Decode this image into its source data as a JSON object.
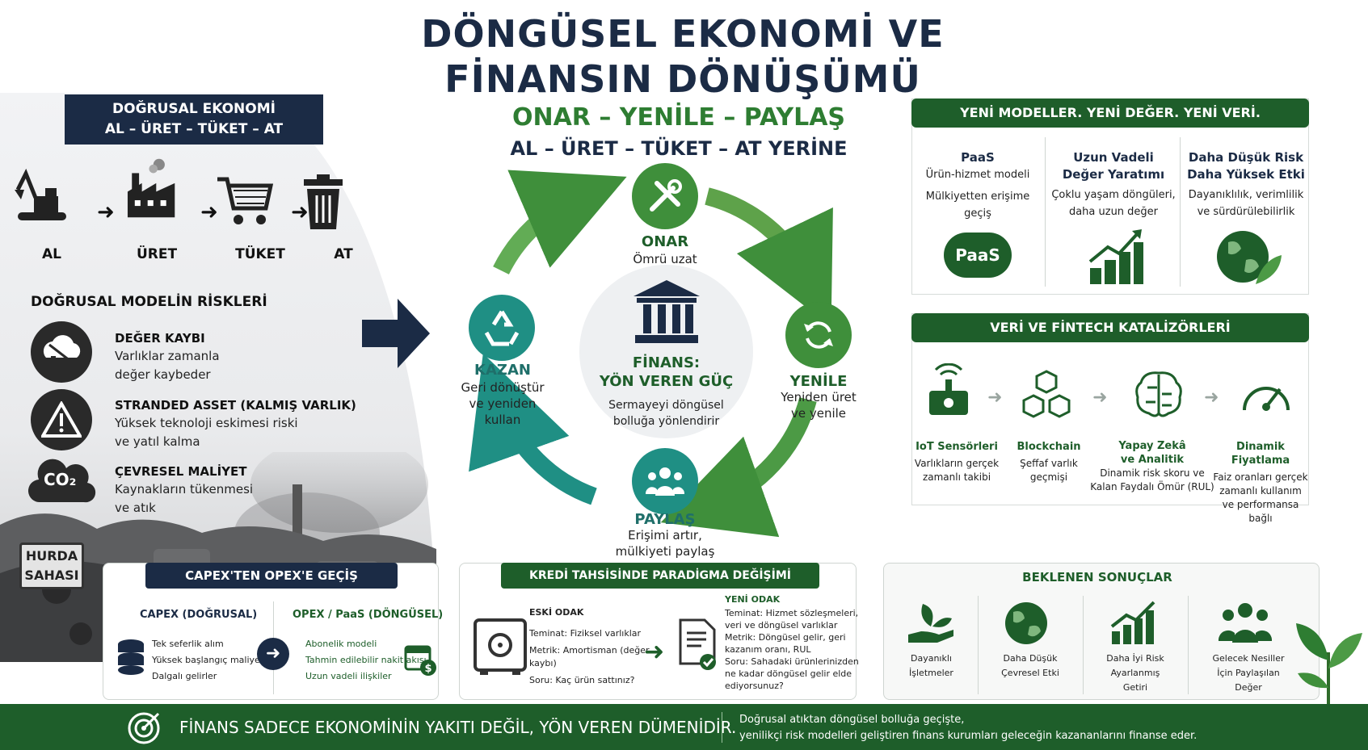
{
  "title": {
    "line1": "DÖNGÜSEL EKONOMİ VE",
    "line2": "FİNANSIN DÖNÜŞÜMÜ"
  },
  "slogan": {
    "main": "ONAR – YENİLE – PAYLAŞ",
    "sub": "AL – ÜRET – TÜKET – AT YERİNE"
  },
  "linear": {
    "title": "DOĞRUSAL EKONOMİ",
    "subtitle": "AL – ÜRET – TÜKET – AT",
    "steps": [
      "AL",
      "ÜRET",
      "TÜKET",
      "AT"
    ],
    "risks_heading": "DOĞRUSAL MODELİN RİSKLERİ",
    "risks": [
      {
        "title": "DEĞER KAYBI",
        "line1": "Varlıklar zamanla",
        "line2": "değer kaybeder"
      },
      {
        "title": "STRANDED ASSET (KALMIŞ VARLIK)",
        "line1": "Yüksek teknoloji eskimesi riski",
        "line2": "ve yatıl kalma"
      },
      {
        "title": "ÇEVRESEL MALİYET",
        "line1": "Kaynakların tükenmesi",
        "line2": "ve atık"
      }
    ],
    "co2": "CO₂",
    "scrap_sign": {
      "line1": "HURDA",
      "line2": "SAHASI"
    }
  },
  "cycle": {
    "center": {
      "title_line1": "FİNANS:",
      "title_line2": "YÖN VEREN GÜÇ",
      "sub_line1": "Sermayeyi döngüsel",
      "sub_line2": "bolluğa yönlendirir"
    },
    "nodes": [
      {
        "label": "ONAR",
        "sub1": "Ömrü uzat",
        "sub2": "",
        "sub3": ""
      },
      {
        "label": "YENİLE",
        "sub1": "Yeniden üret",
        "sub2": "ve yenile",
        "sub3": ""
      },
      {
        "label": "PAYLAŞ",
        "sub1": "Erişimi artır,",
        "sub2": "mülkiyeti paylaş",
        "sub3": ""
      },
      {
        "label": "KAZAN",
        "sub1": "Geri dönüştür",
        "sub2": "ve yeniden",
        "sub3": "kullan"
      }
    ]
  },
  "models": {
    "heading": "YENİ MODELLER. YENİ DEĞER. YENİ VERİ.",
    "cols": [
      {
        "title1": "PaaS",
        "title2": "Ürün-hizmet modeli",
        "text1": "Mülkiyetten erişime",
        "text2": "geçiş",
        "badge": "PaaS"
      },
      {
        "title1": "Uzun Vadeli",
        "title2": "Değer Yaratımı",
        "text1": "Çoklu yaşam döngüleri,",
        "text2": "daha uzun değer",
        "badge": ""
      },
      {
        "title1": "Daha Düşük Risk",
        "title2": "Daha Yüksek Etki",
        "text1": "Dayanıklılık, verimlilik",
        "text2": "ve sürdürülebilirlik",
        "badge": ""
      }
    ]
  },
  "fintech": {
    "heading": "VERİ VE FİNTECH KATALİZÖRLERİ",
    "cols": [
      {
        "title1": "IoT Sensörleri",
        "title2": "",
        "text1": "Varlıkların gerçek",
        "text2": "zamanlı takibi",
        "text3": ""
      },
      {
        "title1": "Blockchain",
        "title2": "",
        "text1": "Şeffaf varlık",
        "text2": "geçmişi",
        "text3": ""
      },
      {
        "title1": "Yapay Zekâ",
        "title2": "ve Analitik",
        "text1": "Dinamik risk skoru ve",
        "text2": "Kalan Faydalı Ömür (RUL)",
        "text3": ""
      },
      {
        "title1": "Dinamik Fiyatlama",
        "title2": "",
        "text1": "Faiz oranları gerçek",
        "text2": "zamanlı kullanım",
        "text3": "ve performansa bağlı"
      }
    ]
  },
  "capex": {
    "heading": "CAPEX'TEN OPEX'E GEÇİŞ",
    "left_title": "CAPEX (DOĞRUSAL)",
    "left_items": [
      "Tek seferlik alım",
      "Yüksek başlangıç maliyeti",
      "Dalgalı gelirler"
    ],
    "right_title": "OPEX / PaaS (DÖNGÜSEL)",
    "right_items": [
      "Abonelik modeli",
      "Tahmin edilebilir nakit akışı",
      "Uzun vadeli ilişkiler"
    ]
  },
  "credit": {
    "heading": "KREDİ TAHSİSİNDE PARADİGMA DEĞİŞİMİ",
    "old_title": "ESKİ ODAK",
    "old_items": [
      "Teminat: Fiziksel varlıklar",
      "Metrik: Amortisman (değer",
      "kaybı)",
      "Soru: Kaç ürün sattınız?"
    ],
    "new_title": "YENİ ODAK",
    "new_items": [
      "Teminat: Hizmet sözleşmeleri,",
      "veri ve döngüsel varlıklar",
      "Metrik: Döngüsel gelir, geri",
      "kazanım oranı, RUL",
      "Soru: Sahadaki ürünlerinizden",
      "ne kadar döngüsel gelir elde",
      "ediyorsunuz?"
    ]
  },
  "outcomes": {
    "heading": "BEKLENEN SONUÇLAR",
    "items": [
      {
        "line1": "Dayanıklı",
        "line2": "İşletmeler",
        "line3": ""
      },
      {
        "line1": "Daha Düşük",
        "line2": "Çevresel Etki",
        "line3": ""
      },
      {
        "line1": "Daha İyi Risk",
        "line2": "Ayarlanmış",
        "line3": "Getiri"
      },
      {
        "line1": "Gelecek Nesiller",
        "line2": "İçin Paylaşılan",
        "line3": "Değer"
      }
    ]
  },
  "footer": {
    "main": "FİNANS SADECE EKONOMİNİN YAKITI DEĞİL, YÖN VEREN DÜMENİDİR.",
    "side1": "Doğrusal atıktan döngüsel bolluğa geçişte,",
    "side2": "yenilikçi risk modelleri geliştiren finans kurumları geleceğin kazananlarını finanse eder."
  },
  "colors": {
    "navy": "#1b2b45",
    "green": "#2e7d32",
    "dark_green": "#1e5e2a",
    "teal": "#1f8f84"
  },
  "icons": [
    "excavator-icon",
    "factory-icon",
    "cart-icon",
    "trash-icon",
    "value-loss-icon",
    "warning-icon",
    "co2-cloud-icon",
    "tools-icon",
    "refresh-icon",
    "people-icon",
    "recycle-icon",
    "bank-icon",
    "cloud-icon",
    "growth-chart-icon",
    "globe-leaf-icon",
    "iot-sensor-icon",
    "blockchain-icon",
    "brain-icon",
    "gauge-icon",
    "coins-icon",
    "calendar-money-icon",
    "safe-icon",
    "contract-icon",
    "plant-hand-icon",
    "target-icon"
  ]
}
